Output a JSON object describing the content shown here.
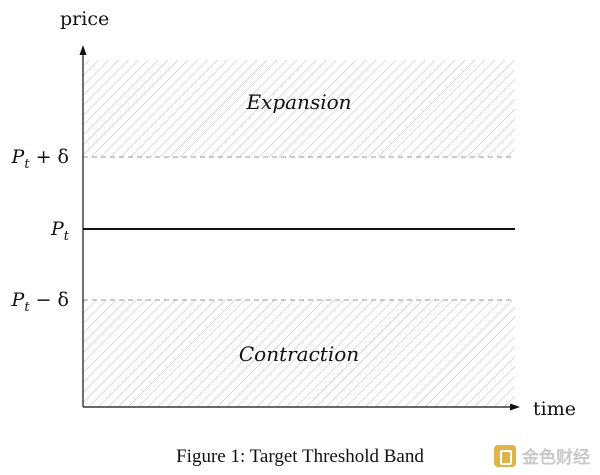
{
  "diagram": {
    "y_axis_label": "price",
    "x_axis_label": "time",
    "levels": {
      "upper": {
        "base": "P",
        "sub": "t",
        "tail": " + δ"
      },
      "center": {
        "base": "P",
        "sub": "t"
      },
      "lower": {
        "base": "P",
        "sub": "t",
        "tail": " − δ"
      }
    },
    "regions": {
      "upper": "Expansion",
      "lower": "Contraction"
    }
  },
  "caption": "Figure 1: Target Threshold Band",
  "watermark": "金色财经",
  "colors": {
    "hatch": "#bdbdbd",
    "line": "#111111",
    "dashed": "#9a9a9a"
  }
}
